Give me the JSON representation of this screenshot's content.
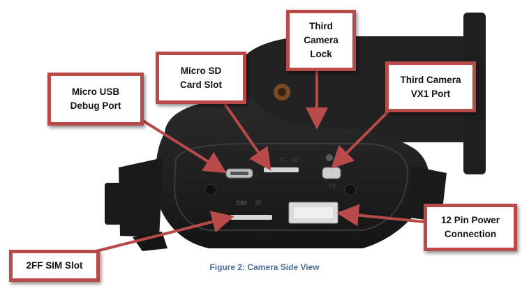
{
  "callouts": {
    "usb": "Micro USB\nDebug Port",
    "sd": "Micro SD\nCard Slot",
    "lock": "Third\nCamera\nLock",
    "vx1": "Third Camera\nVX1 Port",
    "power": "12 Pin Power\nConnection",
    "sim": "2FF SIM Slot"
  },
  "device": {
    "sd_mark": "TF",
    "sim_mark": "SIM",
    "port_mark": "TV"
  },
  "caption": "Figure 2: Camera Side View",
  "colors": {
    "callout_border": "#b84a4a",
    "arrow": "#b84a4a",
    "device_body": "#1c1c1c",
    "caption": "#4a6e9a"
  }
}
